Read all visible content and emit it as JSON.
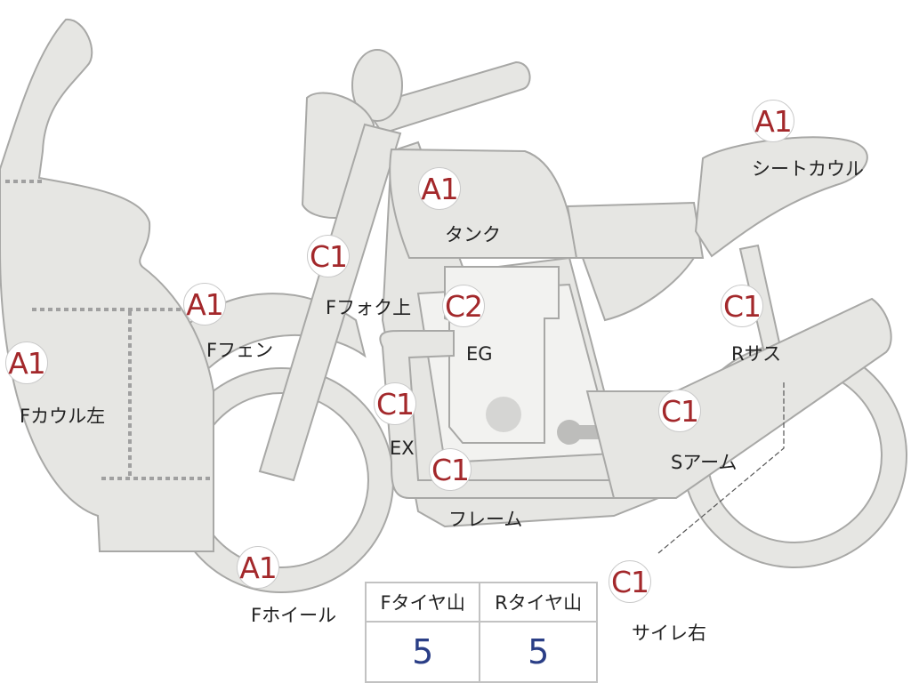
{
  "colors": {
    "part_fill": "#e6e6e3",
    "part_stroke": "#a8a8a6",
    "grade_text": "#a3282b",
    "tire_value": "#2a3e86"
  },
  "parts": [
    {
      "id": "f-cowl-left",
      "grade": "A1",
      "label": "Fカウル左"
    },
    {
      "id": "f-fender",
      "grade": "A1",
      "label": "Fフェン"
    },
    {
      "id": "f-wheel",
      "grade": "A1",
      "label": "Fホイール"
    },
    {
      "id": "f-fork-upper",
      "grade": "C1",
      "label": "Fフォク上"
    },
    {
      "id": "tank",
      "grade": "A1",
      "label": "タンク"
    },
    {
      "id": "engine",
      "grade": "C2",
      "label": "EG"
    },
    {
      "id": "exhaust",
      "grade": "C1",
      "label": "EX"
    },
    {
      "id": "frame",
      "grade": "C1",
      "label": "フレーム"
    },
    {
      "id": "seat-cowl",
      "grade": "A1",
      "label": "シートカウル"
    },
    {
      "id": "rear-suspension",
      "grade": "C1",
      "label": "Rサス"
    },
    {
      "id": "swing-arm",
      "grade": "C1",
      "label": "Sアーム"
    },
    {
      "id": "silencer-right",
      "grade": "C1",
      "label": "サイレ右"
    }
  ],
  "tire_table": {
    "headers": [
      "Fタイヤ山",
      "Rタイヤ山"
    ],
    "values": [
      "5",
      "5"
    ]
  }
}
